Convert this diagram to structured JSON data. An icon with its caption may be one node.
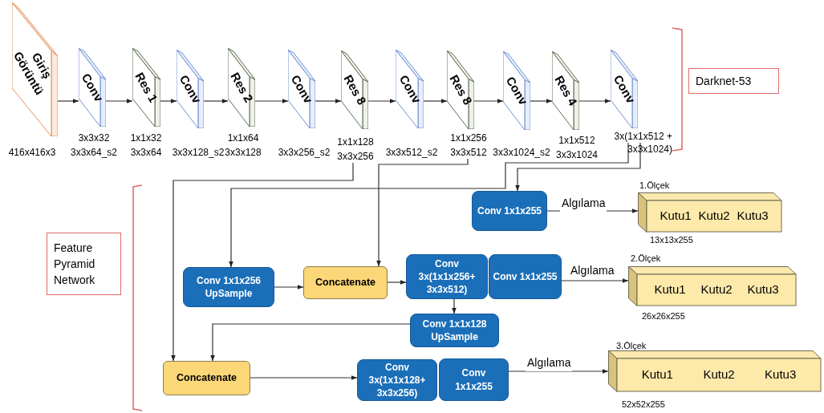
{
  "diagram": {
    "nodes": [
      {
        "text": [
          "Giriş Görüntü"
        ],
        "beside": [
          "416x416x3"
        ]
      },
      {
        "text": [
          "Conv"
        ],
        "beside": [
          "3x3x32",
          "3x3x64_s2"
        ]
      },
      {
        "text": [
          "Res 1"
        ],
        "beside": [
          "1x1x32",
          "3x3x64"
        ]
      },
      {
        "text": [
          "Conv"
        ],
        "beside": [
          "3x3x128_s2"
        ]
      },
      {
        "text": [
          "Res 2"
        ],
        "beside": [
          "1x1x64",
          "3x3x128"
        ]
      },
      {
        "text": [
          "Conv"
        ],
        "beside": [
          "3x3x256_s2"
        ]
      },
      {
        "text": [
          "Res 8"
        ],
        "beside": [
          "1x1x128",
          "3x3x256"
        ]
      },
      {
        "text": [
          "Conv"
        ],
        "beside": [
          "3x3x512_s2"
        ]
      },
      {
        "text": [
          "Res 8"
        ],
        "beside": [
          "1x1x256",
          "3x3x512"
        ]
      },
      {
        "text": [
          "Conv"
        ],
        "beside": [
          "3x3x1024_s2"
        ]
      },
      {
        "text": [
          "Res 4"
        ],
        "beside": [
          "1x1x512",
          "3x3x1024"
        ]
      },
      {
        "text": [
          "Conv"
        ],
        "beside": [
          "3x(1x1x512 + 3x3x1024)"
        ]
      },
      {
        "text": [
          "Darknet-53"
        ]
      },
      {
        "text": [
          "Feature Pyramid Network"
        ]
      },
      {
        "text": [
          "Conv 1x1x255"
        ]
      },
      {
        "text": [
          "Kutu1",
          "Kutu2",
          "Kutu3"
        ],
        "beside": [
          "1.Ölçek",
          "13x13x255"
        ]
      },
      {
        "text": [
          "Conv 1x1x256 UpSample"
        ]
      },
      {
        "text": [
          "Concatenate"
        ]
      },
      {
        "text": [
          "Conv 3x(1x1x256+ 3x3x512)"
        ]
      },
      {
        "text": [
          "Conv 1x1x255"
        ]
      },
      {
        "text": [
          "Kutu1",
          "Kutu2",
          "Kutu3"
        ],
        "beside": [
          "2.Ölçek",
          "26x26x255"
        ]
      },
      {
        "text": [
          "Conv 1x1x128 UpSample"
        ]
      },
      {
        "text": [
          "Concatenate"
        ]
      },
      {
        "text": [
          "Conv 3x(1x1x128+ 3x3x256)"
        ]
      },
      {
        "text": [
          "Conv 1x1x255"
        ]
      },
      {
        "text": [
          "Kutu1",
          "Kutu2",
          "Kutu3"
        ],
        "beside": [
          "3.Ölçek",
          "52x52x255"
        ]
      }
    ],
    "edges": [
      {
        "from": 0,
        "to": 1,
        "arrow": "to"
      },
      {
        "from": 1,
        "to": 2,
        "arrow": "to"
      },
      {
        "from": 2,
        "to": 3,
        "arrow": "to"
      },
      {
        "from": 3,
        "to": 4,
        "arrow": "to"
      },
      {
        "from": 4,
        "to": 5,
        "arrow": "to"
      },
      {
        "from": 5,
        "to": 6,
        "arrow": "to"
      },
      {
        "from": 6,
        "to": 7,
        "arrow": "to"
      },
      {
        "from": 7,
        "to": 8,
        "arrow": "to"
      },
      {
        "from": 8,
        "to": 9,
        "arrow": "to"
      },
      {
        "from": 9,
        "to": 10,
        "arrow": "to"
      },
      {
        "from": 10,
        "to": 11,
        "arrow": "to"
      },
      {
        "from": 11,
        "to": 14,
        "arrow": "to"
      },
      {
        "from": 11,
        "to": 16,
        "arrow": "to"
      },
      {
        "from": 8,
        "to": 17,
        "arrow": "to"
      },
      {
        "from": 6,
        "to": 22,
        "arrow": "to"
      },
      {
        "from": 14,
        "to": 15,
        "arrow": "to",
        "label": "Algılama"
      },
      {
        "from": 16,
        "to": 17,
        "arrow": "to"
      },
      {
        "from": 17,
        "to": 18,
        "arrow": "to"
      },
      {
        "from": 19,
        "to": 20,
        "arrow": "to",
        "label": "Algılama"
      },
      {
        "from": 18,
        "to": 21,
        "arrow": "to"
      },
      {
        "from": 21,
        "to": 22,
        "arrow": "to"
      },
      {
        "from": 22,
        "to": 23,
        "arrow": "to"
      },
      {
        "from": 24,
        "to": 25,
        "arrow": "to",
        "label": "Algılama"
      }
    ]
  }
}
